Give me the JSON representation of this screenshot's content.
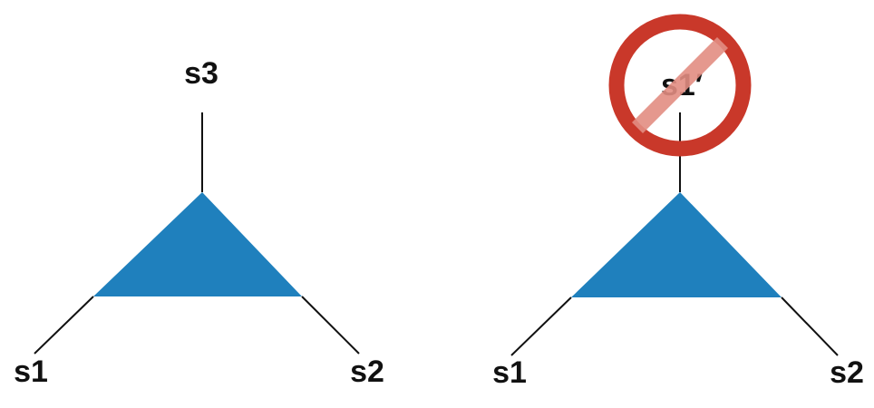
{
  "colors": {
    "triangle_fill": "#1f80bd",
    "line": "#111111",
    "prohibition_ring": "#c9382a",
    "prohibition_bar": "#e28d82"
  },
  "left_diagram": {
    "top_label": "s3",
    "bottom_left_label": "s1",
    "bottom_right_label": "s2"
  },
  "right_diagram": {
    "top_label": "s1′",
    "top_label_crossed_out": true,
    "prohibition_icon": "no-symbol-icon",
    "bottom_left_label": "s1",
    "bottom_right_label": "s2"
  }
}
